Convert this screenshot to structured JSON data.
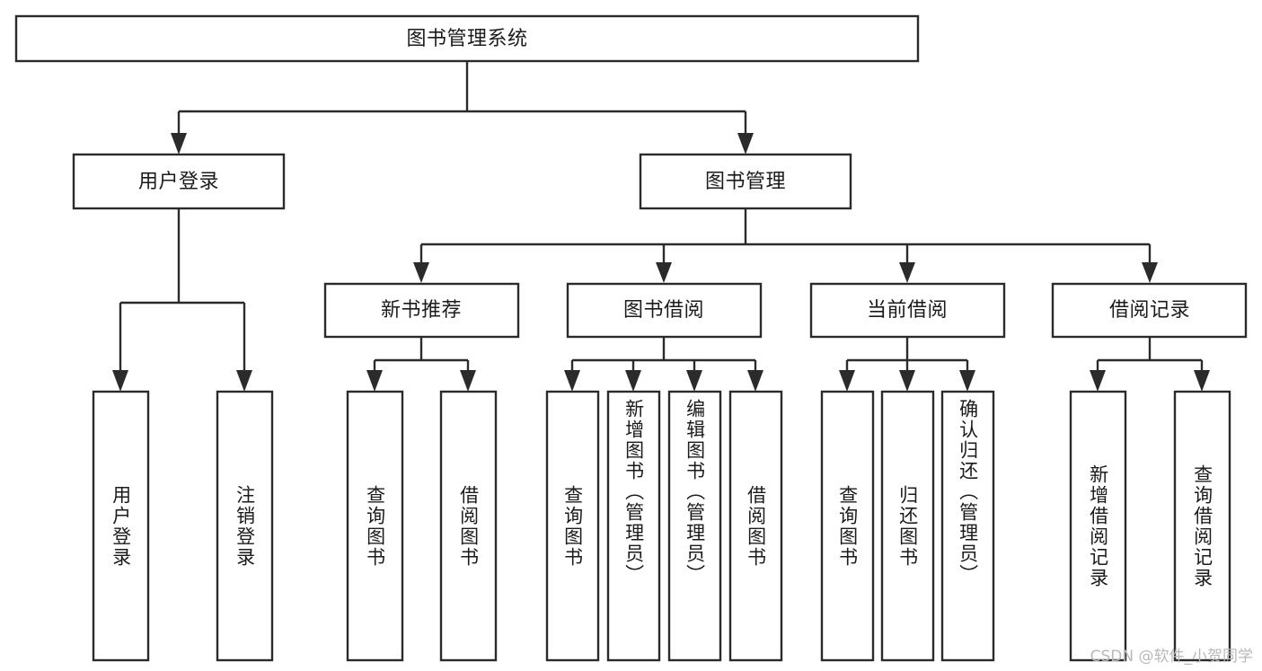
{
  "diagram": {
    "title": "图书管理系统",
    "type": "hierarchy-tree",
    "orientation": "top-down",
    "colors": {
      "box_stroke": "#2b2b2b",
      "box_fill": "#ffffff",
      "text": "#1b1b1b",
      "connector": "#2b2b2b",
      "watermark": "#b9b9b9",
      "background": "#ffffff"
    },
    "root": {
      "label": "图书管理系统",
      "orientation": "horizontal"
    },
    "level2": [
      {
        "label": "用户登录",
        "orientation": "horizontal"
      },
      {
        "label": "图书管理",
        "orientation": "horizontal"
      }
    ],
    "level3": [
      {
        "label": "新书推荐",
        "orientation": "horizontal"
      },
      {
        "label": "图书借阅",
        "orientation": "horizontal"
      },
      {
        "label": "当前借阅",
        "orientation": "horizontal"
      },
      {
        "label": "借阅记录",
        "orientation": "horizontal"
      }
    ],
    "leaves": {
      "user_login": [
        {
          "label": "用户登录",
          "orientation": "vertical"
        },
        {
          "label": "注销登录",
          "orientation": "vertical"
        }
      ],
      "new_book_recommend": [
        {
          "label": "查询图书",
          "orientation": "vertical"
        },
        {
          "label": "借阅图书",
          "orientation": "vertical"
        }
      ],
      "book_borrow": [
        {
          "label": "查询图书",
          "orientation": "vertical"
        },
        {
          "label": "新增图书（管理员）",
          "orientation": "vertical"
        },
        {
          "label": "编辑图书（管理员）",
          "orientation": "vertical"
        },
        {
          "label": "借阅图书",
          "orientation": "vertical"
        }
      ],
      "current_borrow": [
        {
          "label": "查询图书",
          "orientation": "vertical"
        },
        {
          "label": "归还图书",
          "orientation": "vertical"
        },
        {
          "label": "确认归还（管理员）",
          "orientation": "vertical"
        }
      ],
      "borrow_record": [
        {
          "label": "新增借阅记录",
          "orientation": "vertical"
        },
        {
          "label": "查询借阅记录",
          "orientation": "vertical"
        }
      ]
    }
  },
  "watermark": {
    "text": "CSDN @软件_小贺同学"
  }
}
